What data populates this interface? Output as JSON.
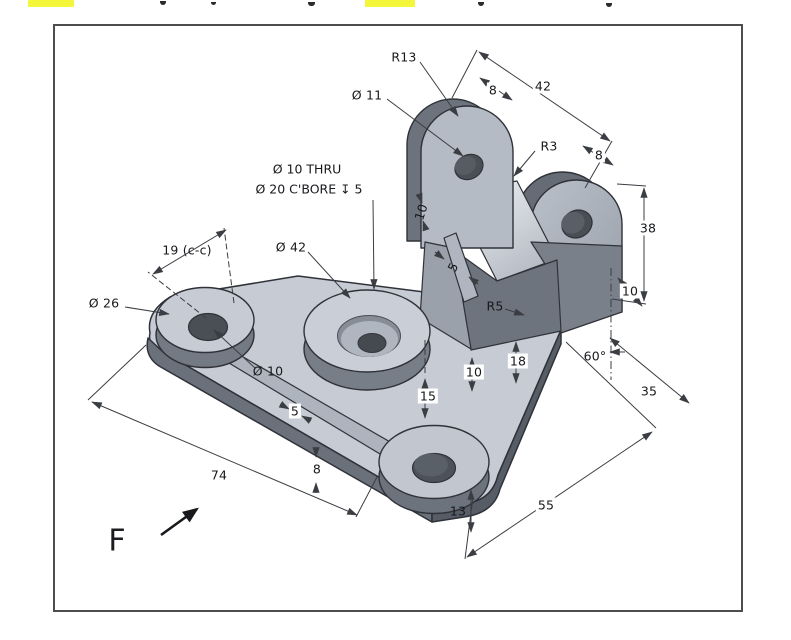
{
  "drawing": {
    "view_direction_label": "F",
    "callout": {
      "line1": "Ø 10 THRU",
      "line2": "Ø 20 C'BORE ↧ 5"
    },
    "dimensions": {
      "r13": "R13",
      "dia_11": "Ø 11",
      "width_42": "42",
      "thk_8_top": "8",
      "r3": "R3",
      "thk_8_right": "8",
      "height_38": "38",
      "offset_10_right": "10",
      "dia_42": "Ø 42",
      "cc_19": "19 (c-c)",
      "dia_26": "Ø 26",
      "dia_10": "Ø 10",
      "slot_10": "10",
      "rib_5_upper": "5",
      "r5": "R5",
      "height_18": "18",
      "width_10_center": "10",
      "boss_height_15": "15",
      "angle_60": "60°",
      "offset_35": "35",
      "rib_5_lower": "5",
      "plate_thk_8": "8",
      "length_74": "74",
      "boss_height_13": "13",
      "width_55": "55"
    },
    "colors": {
      "highlight": "#f4f63a",
      "part_light": "#c7ccd5",
      "part_mid": "#9aa0a9",
      "part_dark": "#70767f",
      "dimension_line": "#3a3d42"
    }
  }
}
